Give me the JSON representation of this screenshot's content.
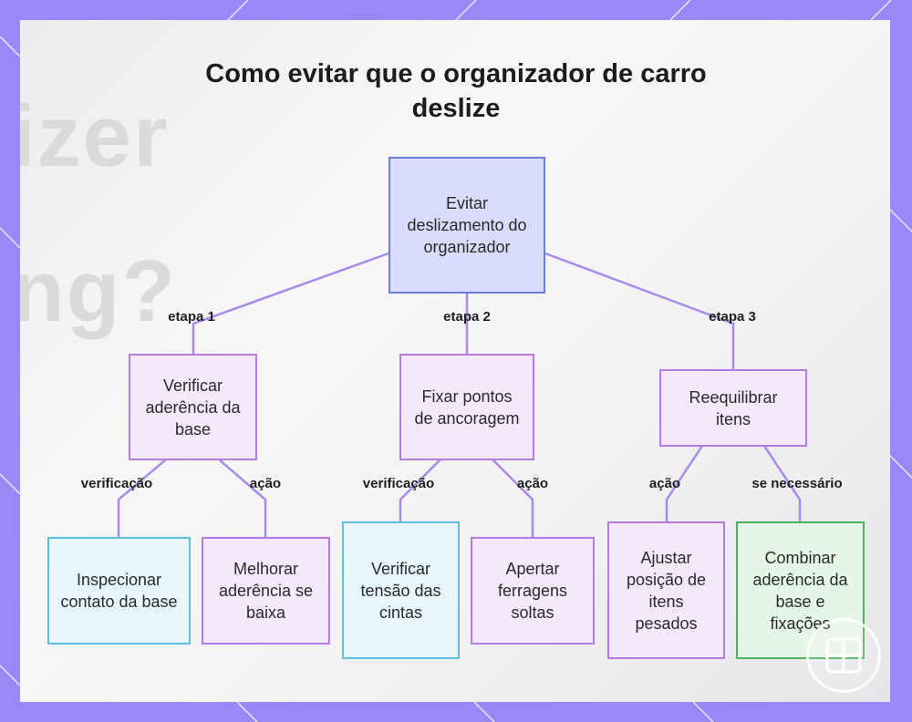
{
  "title": "Como evitar que o organizador de carro deslize",
  "background_words": [
    "izer",
    "ng?"
  ],
  "colors": {
    "frame": "#9b87f5",
    "root_fill": "#d9dcfb",
    "root_border": "#6b7fd4",
    "purple_fill": "#f3e9fb",
    "purple_border": "#b57be0",
    "cyan_fill": "#e6f6fb",
    "cyan_border": "#5fc0dd",
    "green_fill": "#e5f5e6",
    "green_border": "#4db35a",
    "edge": "#a88be6"
  },
  "nodes": {
    "root": "Evitar deslizamento do organizador",
    "step1": "Verificar aderência da base",
    "step2": "Fixar pontos de ancoragem",
    "step3": "Reequilibrar itens",
    "inspect": "Inspecionar contato da base",
    "improve": "Melhorar aderência se baixa",
    "check_straps": "Verificar tensão das cintas",
    "tighten": "Apertar ferragens soltas",
    "adjust": "Ajustar posição de itens pesados",
    "combine": "Combinar aderência da base e fixações"
  },
  "edge_labels": {
    "step1": "etapa 1",
    "step2": "etapa 2",
    "step3": "etapa 3",
    "inspect": "verificação",
    "improve": "ação",
    "check_straps": "verificação",
    "tighten": "ação",
    "adjust": "ação",
    "combine": "se necessário"
  },
  "badge_icon": "layout-grid-icon"
}
